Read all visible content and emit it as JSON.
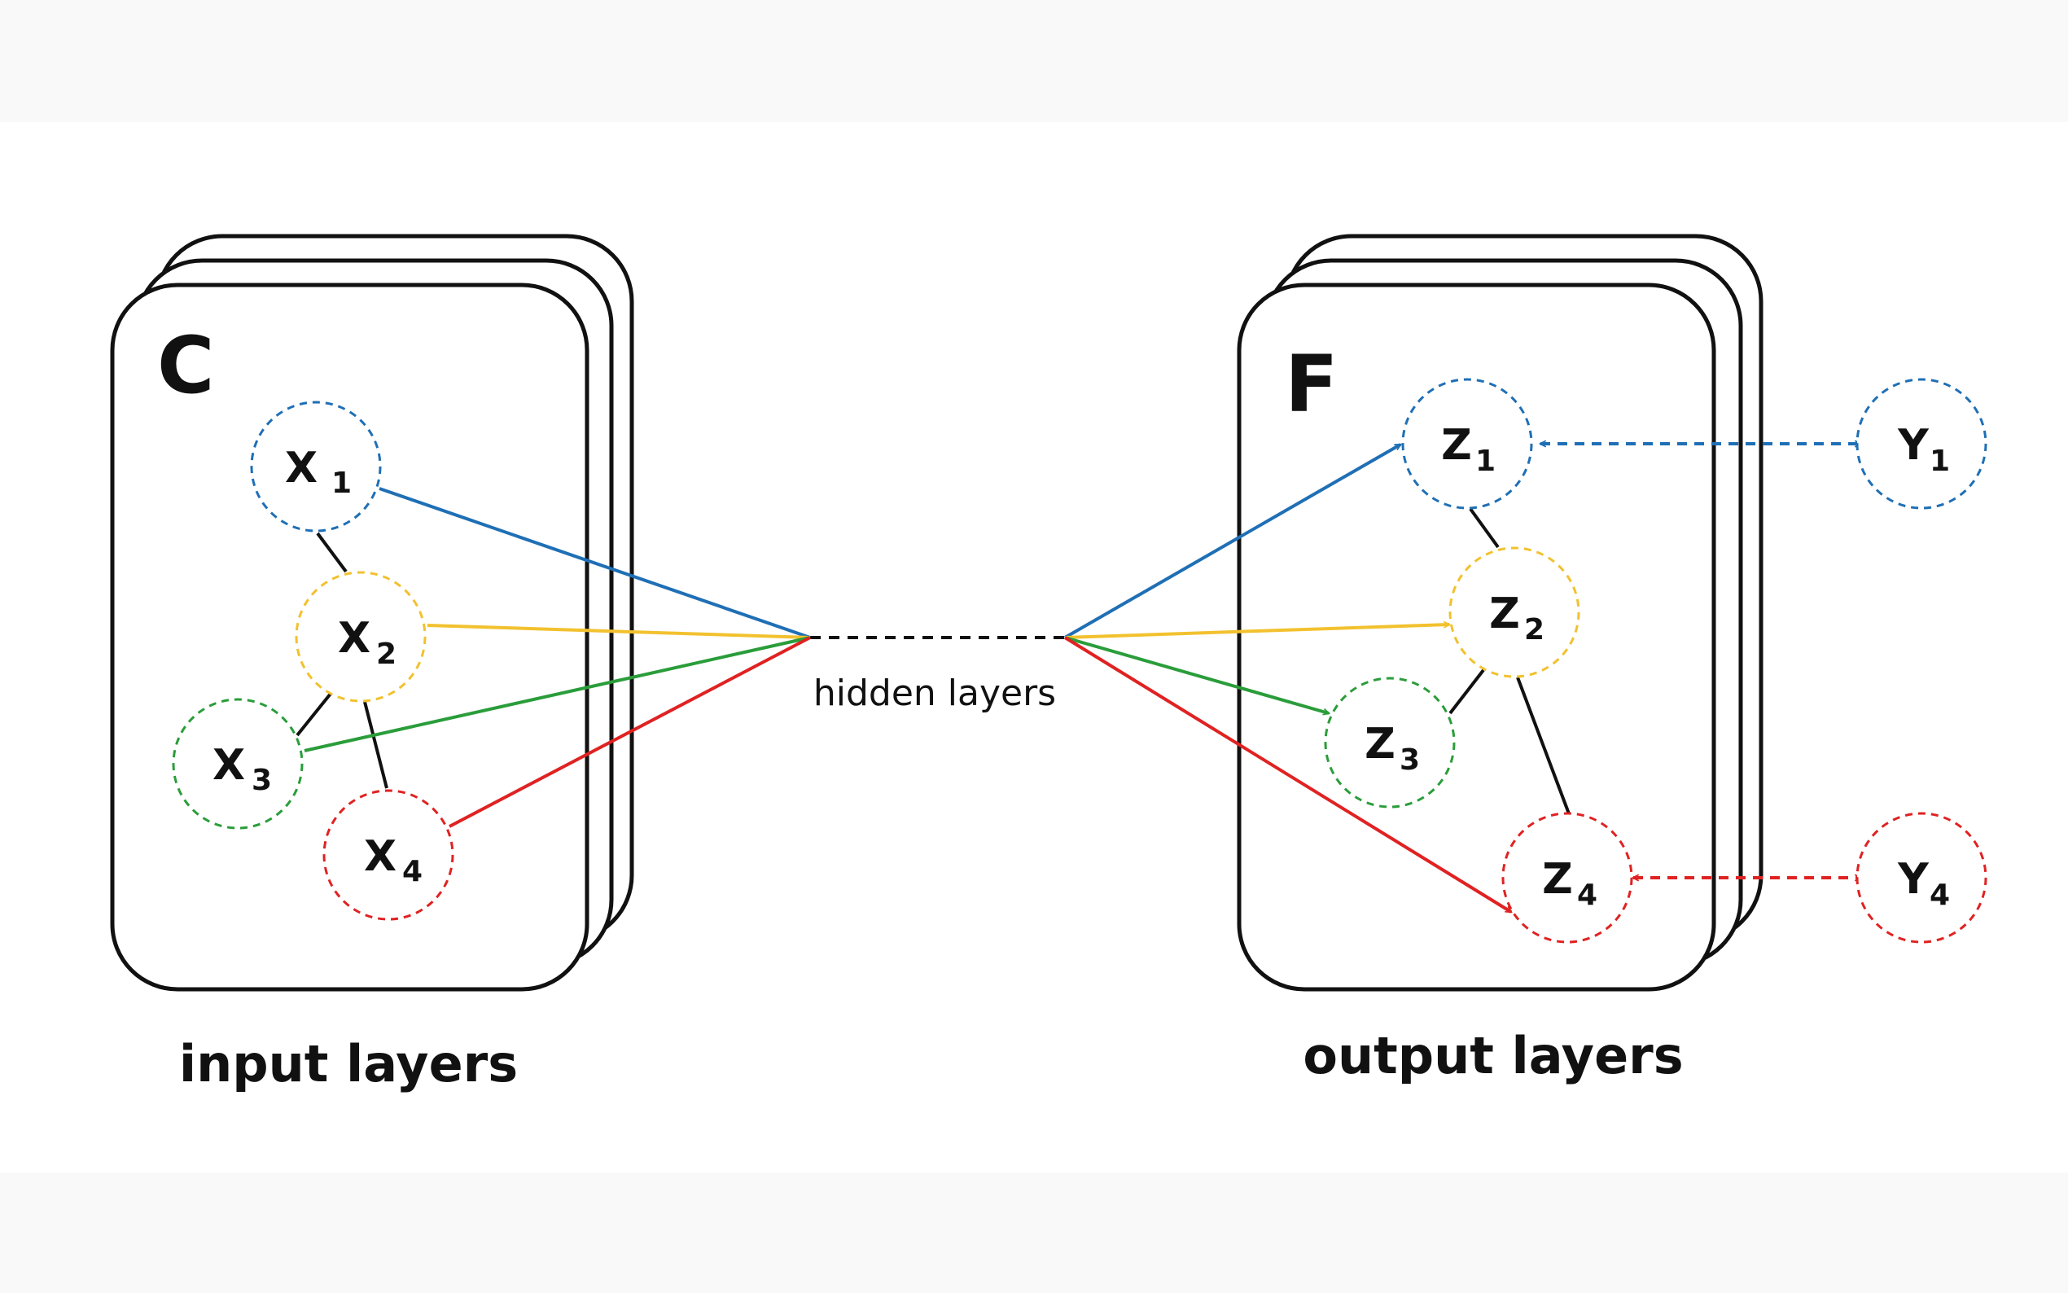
{
  "panels": {
    "input": {
      "letter": "C",
      "caption": "input layers"
    },
    "output": {
      "letter": "F",
      "caption": "output layers"
    }
  },
  "hidden_layers_label": "hidden layers",
  "nodes": {
    "x1": {
      "base": "X",
      "sub": "1"
    },
    "x2": {
      "base": "X",
      "sub": "2"
    },
    "x3": {
      "base": "X",
      "sub": "3"
    },
    "x4": {
      "base": "X",
      "sub": "4"
    },
    "z1": {
      "base": "Z",
      "sub": "1"
    },
    "z2": {
      "base": "Z",
      "sub": "2"
    },
    "z3": {
      "base": "Z",
      "sub": "3"
    },
    "z4": {
      "base": "Z",
      "sub": "4"
    },
    "y1": {
      "base": "Y",
      "sub": "1"
    },
    "y4": {
      "base": "Y",
      "sub": "4"
    }
  },
  "colors": {
    "blue": "#1f6fb5",
    "yellow": "#f2c12e",
    "green": "#2a9d3a",
    "red": "#e02222",
    "outline": "#111111"
  }
}
